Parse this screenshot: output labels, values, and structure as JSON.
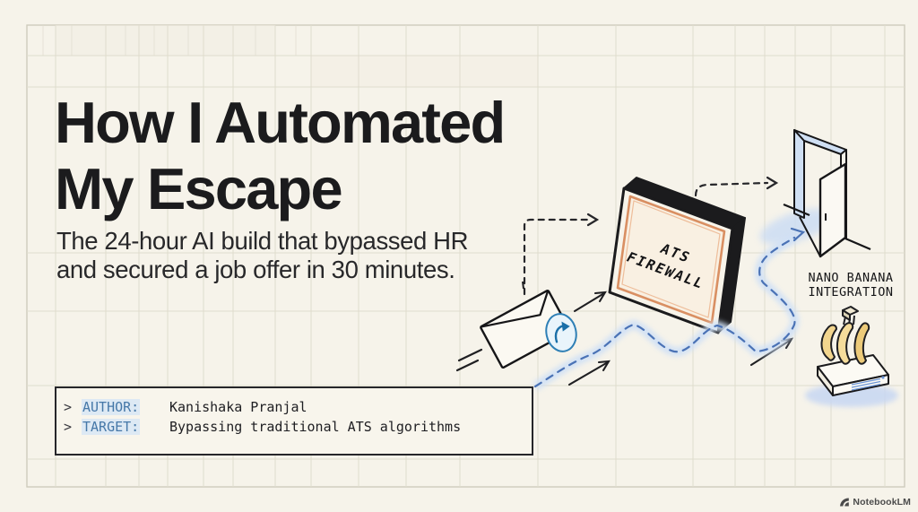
{
  "title": {
    "line1": "How I Automated",
    "line2": "My Escape"
  },
  "subtitle": {
    "line1": "The 24-hour AI build that bypassed HR",
    "line2": "and secured a job offer in 30 minutes."
  },
  "author_box": {
    "rows": [
      {
        "prompt": ">",
        "label": "AUTHOR:",
        "value": "Kanishaka Pranjal"
      },
      {
        "prompt": ">",
        "label": "TARGET:",
        "value": "Bypassing traditional ATS algorithms"
      }
    ]
  },
  "diagram": {
    "firewall": {
      "line1": "ATS",
      "line2": "FIREWALL"
    },
    "door_caption": {
      "line1": "NANO BANANA",
      "line2": "INTEGRATION"
    },
    "icons": [
      "envelope-icon",
      "share-arrow-icon",
      "ats-firewall-box",
      "open-door-icon",
      "banana-bunch-icon",
      "server-device-icon"
    ]
  },
  "watermark": {
    "label": "NotebookLM",
    "logo": "notebooklm-logo"
  },
  "colors": {
    "background": "#f6f3ea",
    "grid_line": "#dcd8c9",
    "ink": "#1b1b1d",
    "label_blue": "#4678a8",
    "label_highlight": "#dde9f4",
    "route_blue": "#4a72b5",
    "route_glow": "#cfe0f6",
    "firewall_accent": "#d98f62",
    "door_blue": "#cfdff3",
    "banana_yellow": "#f2d58e",
    "share_blue": "#2e7fb5"
  }
}
